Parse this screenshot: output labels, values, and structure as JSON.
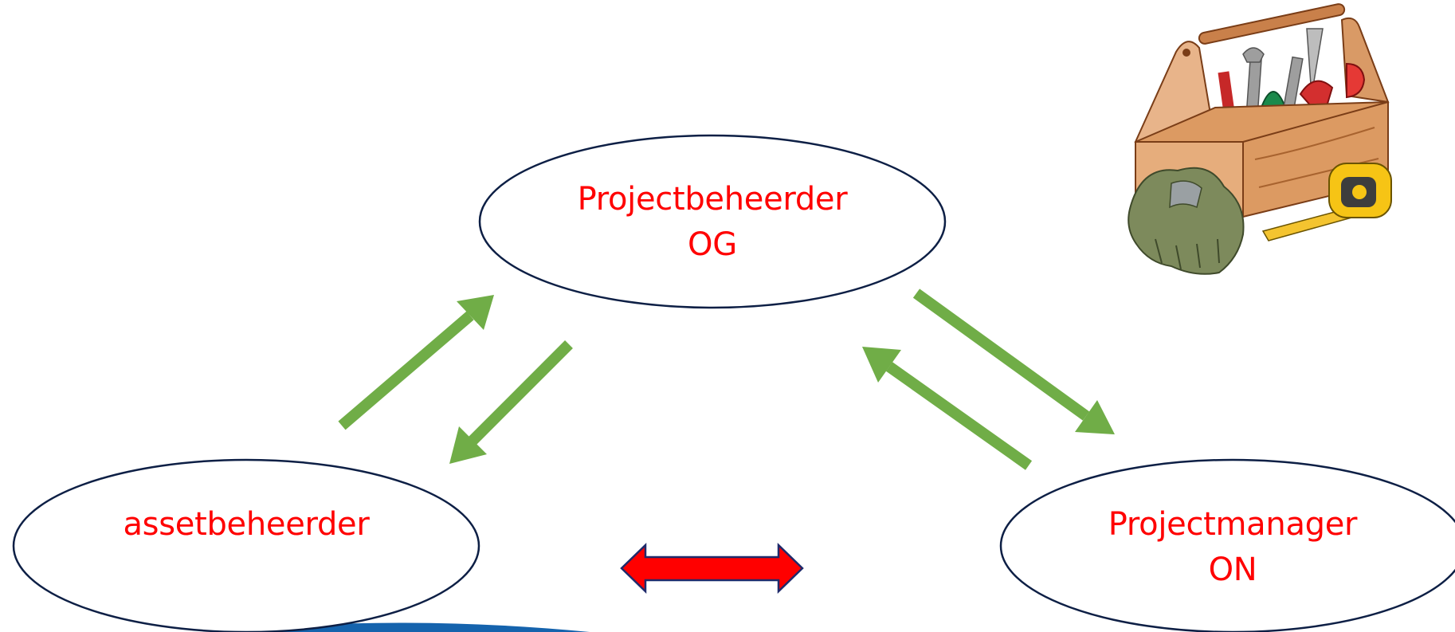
{
  "nodes": {
    "top": {
      "line1": "Projectbeheerder",
      "line2": "OG"
    },
    "left": {
      "line1": "assetbeheerder"
    },
    "right": {
      "line1": "Projectmanager",
      "line2": "ON"
    }
  },
  "colors": {
    "label": "#ff0000",
    "ellipse_stroke": "#0d1f45",
    "flow_arrow": "#70ad47",
    "double_arrow_fill": "#ff0000",
    "double_arrow_stroke": "#1f2a6b",
    "bottom_band": "#1563ad"
  },
  "icons": {
    "toolbox": "toolbox-icon"
  }
}
